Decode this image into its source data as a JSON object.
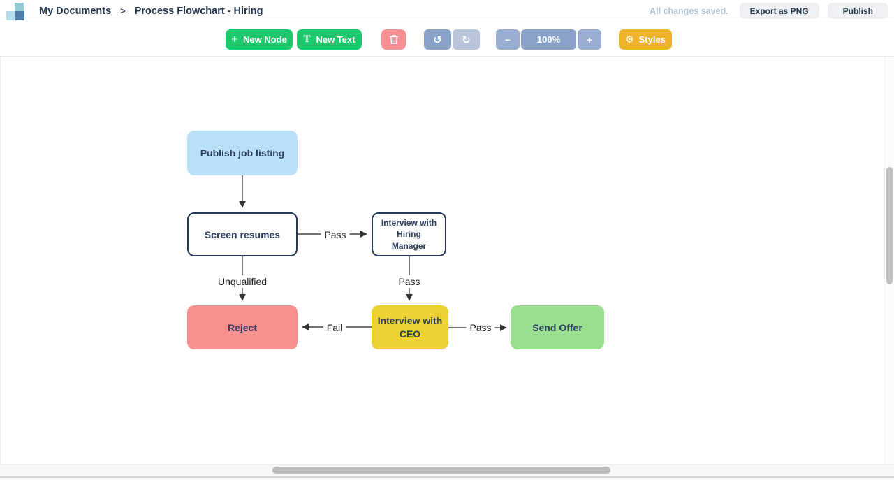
{
  "header": {
    "breadcrumb_root": "My Documents",
    "breadcrumb_separator": ">",
    "document_title": "Process Flowchart - Hiring",
    "save_status": "All changes saved.",
    "export_button_label": "Export as PNG",
    "publish_button_label": "Publish"
  },
  "toolbar": {
    "new_node_label": "New Node",
    "new_node_icon": "+",
    "new_text_label": "New Text",
    "new_text_icon": "T",
    "undo_icon": "↺",
    "redo_icon": "↻",
    "zoom_out_icon": "−",
    "zoom_level": "100%",
    "zoom_in_icon": "+",
    "styles_label": "Styles",
    "styles_icon": "⚙"
  },
  "colors": {
    "primary_green": "#1ec96d",
    "danger_pink": "#f69094",
    "slate_blue": "#8aa2c8",
    "slate_blue_light": "#b7c4da",
    "amber": "#f0b42c",
    "node_blue": "#b9e2f8",
    "node_outline_navy": "#24395a",
    "node_red": "#f8908f",
    "node_yellow": "#eed133",
    "node_green": "#9ade90",
    "text_navy": "#22364e",
    "muted_status": "#b0c2d4"
  },
  "flowchart": {
    "nodes": [
      {
        "label": "Publish job listing",
        "style": "blue"
      },
      {
        "label": "Screen resumes",
        "style": "outline"
      },
      {
        "label": "Interview with Hiring Manager",
        "style": "outline"
      },
      {
        "label": "Reject",
        "style": "red"
      },
      {
        "label": "Interview with CEO",
        "style": "yellow"
      },
      {
        "label": "Send Offer",
        "style": "green"
      }
    ],
    "edges": [
      {
        "from": "Publish job listing",
        "to": "Screen resumes",
        "label": ""
      },
      {
        "from": "Screen resumes",
        "to": "Interview with Hiring Manager",
        "label": "Pass"
      },
      {
        "from": "Screen resumes",
        "to": "Reject",
        "label": "Unqualified"
      },
      {
        "from": "Interview with Hiring Manager",
        "to": "Interview with CEO",
        "label": "Pass"
      },
      {
        "from": "Interview with CEO",
        "to": "Reject",
        "label": "Fail"
      },
      {
        "from": "Interview with CEO",
        "to": "Send Offer",
        "label": "Pass"
      }
    ]
  }
}
